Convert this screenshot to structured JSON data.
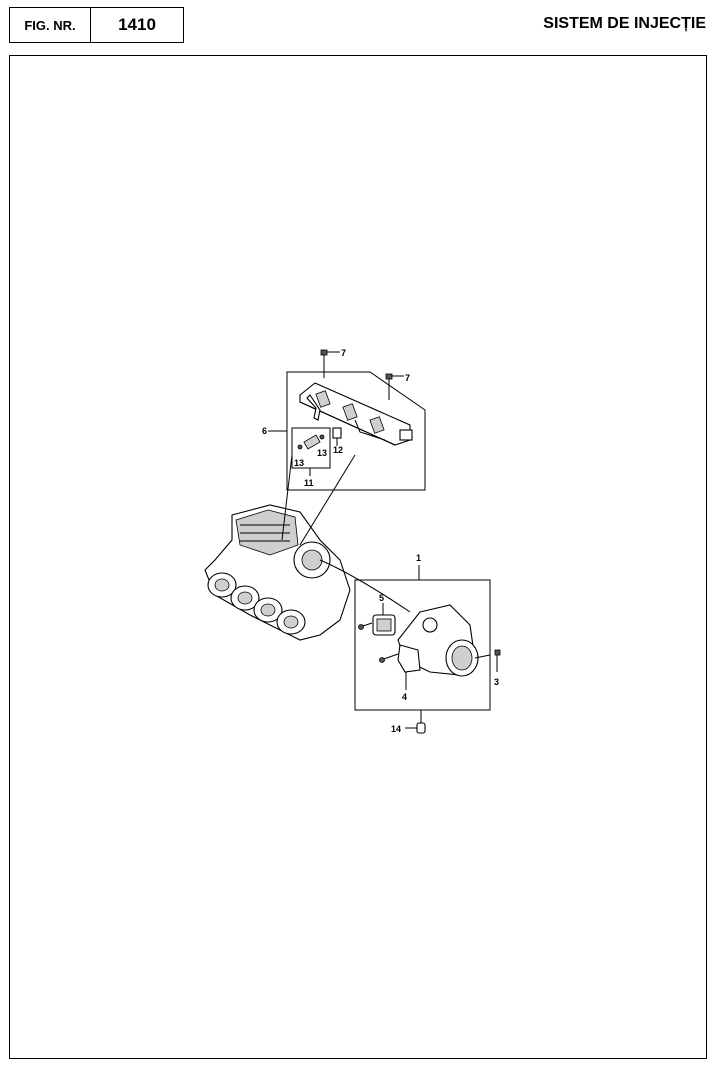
{
  "header": {
    "fig_label": "FIG. NR.",
    "fig_number": "1410",
    "title": "SISTEM DE INJECȚIE"
  },
  "callouts": {
    "c1": "1",
    "c3": "3",
    "c4": "4",
    "c5": "5",
    "c6": "6",
    "c7a": "7",
    "c7b": "7",
    "c11": "11",
    "c12": "12",
    "c13a": "13",
    "c13b": "13",
    "c14": "14"
  }
}
